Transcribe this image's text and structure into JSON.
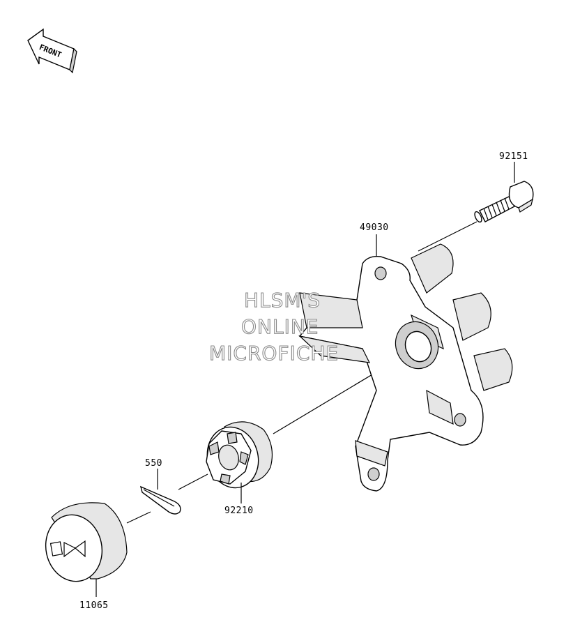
{
  "orientation": {
    "label": "FRONT"
  },
  "parts": {
    "bolt": {
      "number": "92151"
    },
    "hub": {
      "number": "49030"
    },
    "nut": {
      "number": "92210"
    },
    "cotter_pin": {
      "number": "550"
    },
    "cap": {
      "number": "11065"
    }
  },
  "watermark": {
    "line1": "HLSM'S",
    "line2": "ONLINE",
    "line3": "MICROFICHE"
  }
}
